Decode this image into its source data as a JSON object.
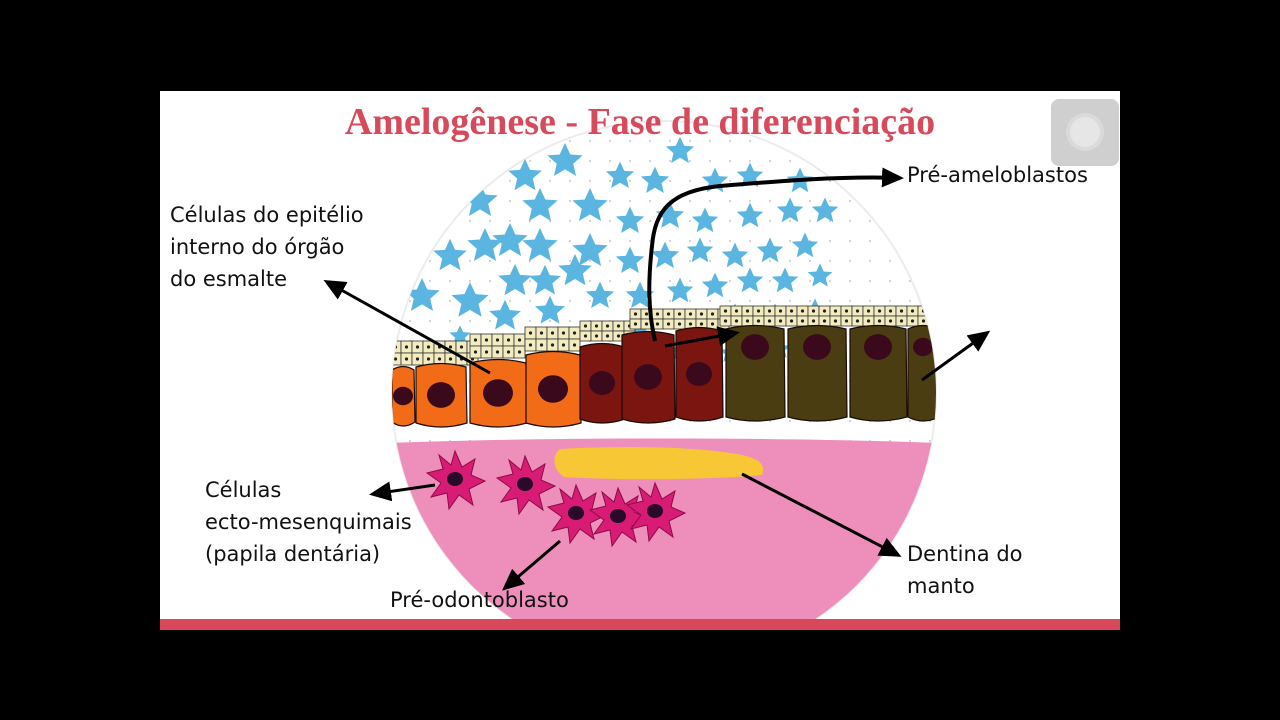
{
  "title": "Amelogênese - Fase de diferenciação",
  "labels": {
    "inner_epithelium": [
      "Células do epitélio",
      "interno do órgão",
      "do esmalte"
    ],
    "pre_ameloblasts": "Pré-ameloblastos",
    "ectomesenchymal": [
      "Células",
      "ecto-mesenquimais",
      "(papila dentária)"
    ],
    "pre_odontoblast": "Pré-odontoblasto",
    "mantle_dentin": [
      "Dentina do",
      "manto"
    ]
  },
  "colors": {
    "title": "#d74a5b",
    "star": "#5ab6e0",
    "inner_epithelium_cell": "#f26b17",
    "pre_ameloblast_cell": "#7a1510",
    "differentiated_cell": "#4b3d12",
    "papilla": "#ee8fbb",
    "ectomesenchymal_cell": "#d81b74",
    "mantle_dentin": "#f7c735",
    "bar": "#d9485a"
  },
  "icons": {
    "corner_button": "record-button-icon"
  }
}
